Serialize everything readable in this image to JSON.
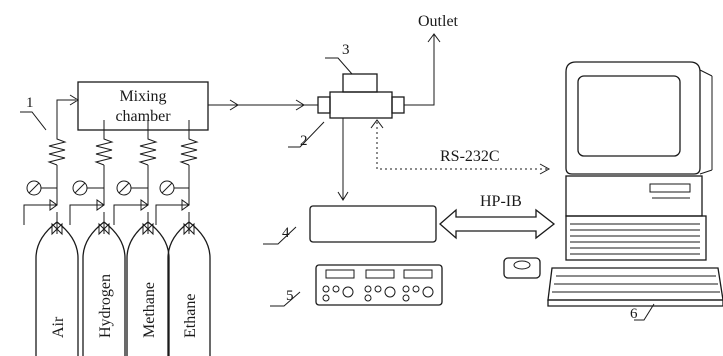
{
  "diagram": {
    "mixing_chamber": {
      "line1": "Mixing",
      "line2": "chamber"
    },
    "outlet": "Outlet",
    "rs232c": "RS-232C",
    "hpib": "HP-IB",
    "callouts": {
      "n1": "1",
      "n2": "2",
      "n3": "3",
      "n4": "4",
      "n5": "5",
      "n6": "6"
    },
    "gases": [
      "Air",
      "Hydrogen",
      "Methane",
      "Ethane"
    ]
  }
}
